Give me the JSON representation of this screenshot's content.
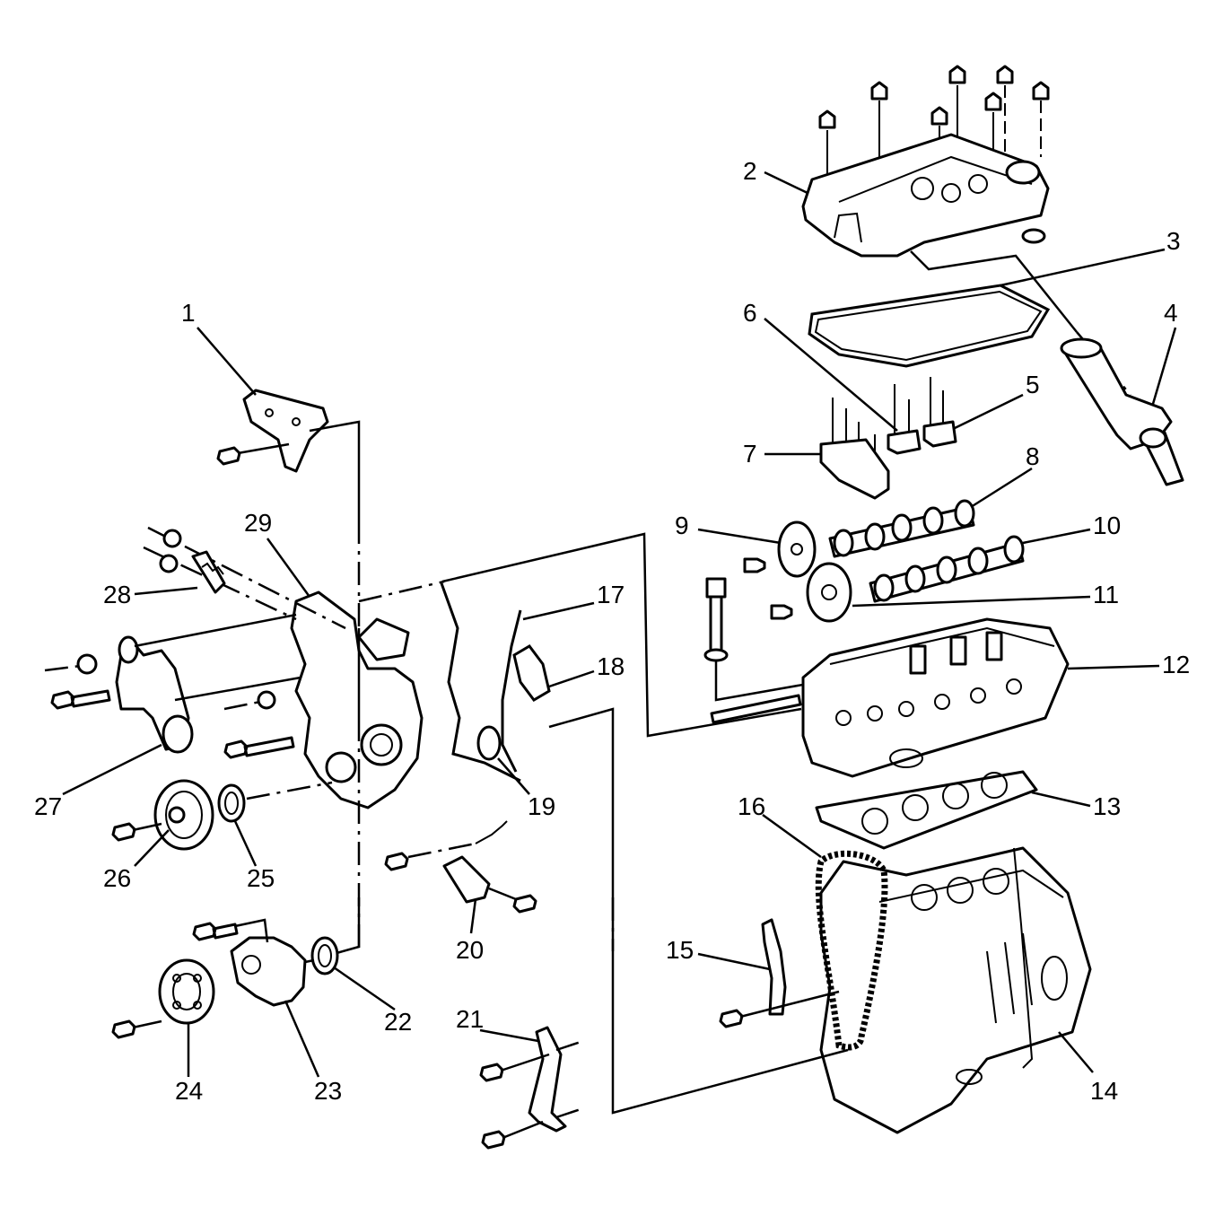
{
  "callouts": [
    "1",
    "2",
    "3",
    "4",
    "5",
    "6",
    "7",
    "8",
    "9",
    "10",
    "11",
    "12",
    "13",
    "14",
    "15",
    "16",
    "17",
    "18",
    "19",
    "20",
    "21",
    "22",
    "23",
    "24",
    "25",
    "26",
    "27",
    "28",
    "29"
  ],
  "icons": {
    "bolt": "bolt-icon",
    "pulley": "pulley-icon",
    "gasket": "gasket-icon"
  },
  "colors": {
    "line": "#000000",
    "background": "#ffffff"
  }
}
